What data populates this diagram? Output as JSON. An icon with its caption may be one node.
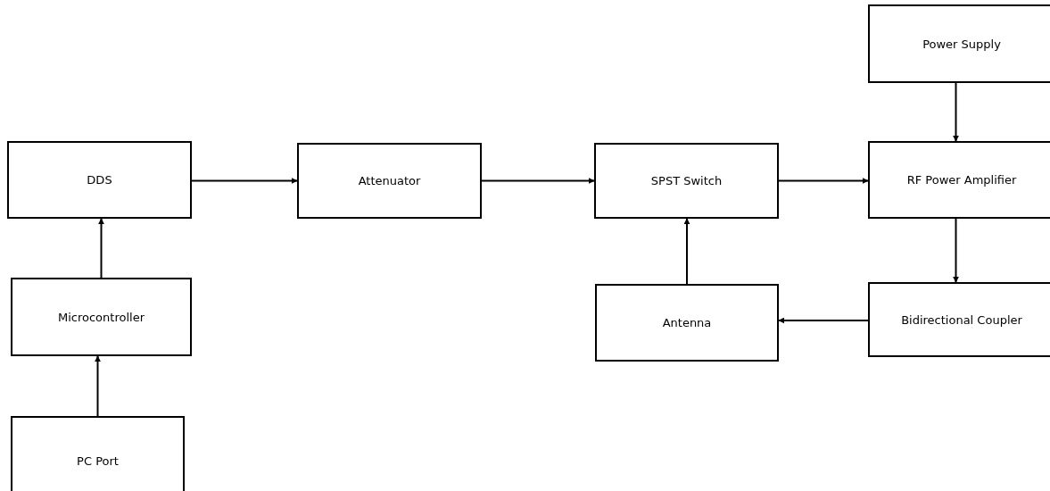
{
  "diagram": {
    "nodes": [
      {
        "text": [
          "Power Supply"
        ]
      },
      {
        "text": [
          "DDS"
        ]
      },
      {
        "text": [
          "Attenuator"
        ]
      },
      {
        "text": [
          "SPST Switch"
        ]
      },
      {
        "text": [
          "RF Power Amplifier"
        ]
      },
      {
        "text": [
          "Microcontroller"
        ]
      },
      {
        "text": [
          "Antenna"
        ]
      },
      {
        "text": [
          "Bidirectional Coupler"
        ]
      },
      {
        "text": [
          "PC Port"
        ]
      }
    ],
    "edges": [
      {
        "from": 1,
        "to": 2,
        "arrow": "to"
      },
      {
        "from": 2,
        "to": 3,
        "arrow": "to"
      },
      {
        "from": 3,
        "to": 4,
        "arrow": "to"
      },
      {
        "from": 0,
        "to": 4,
        "arrow": "to"
      },
      {
        "from": 4,
        "to": 7,
        "arrow": "to"
      },
      {
        "from": 7,
        "to": 6,
        "arrow": "to"
      },
      {
        "from": 6,
        "to": 3,
        "arrow": "to"
      },
      {
        "from": 5,
        "to": 1,
        "arrow": "to"
      },
      {
        "from": 8,
        "to": 5,
        "arrow": "to"
      }
    ]
  }
}
